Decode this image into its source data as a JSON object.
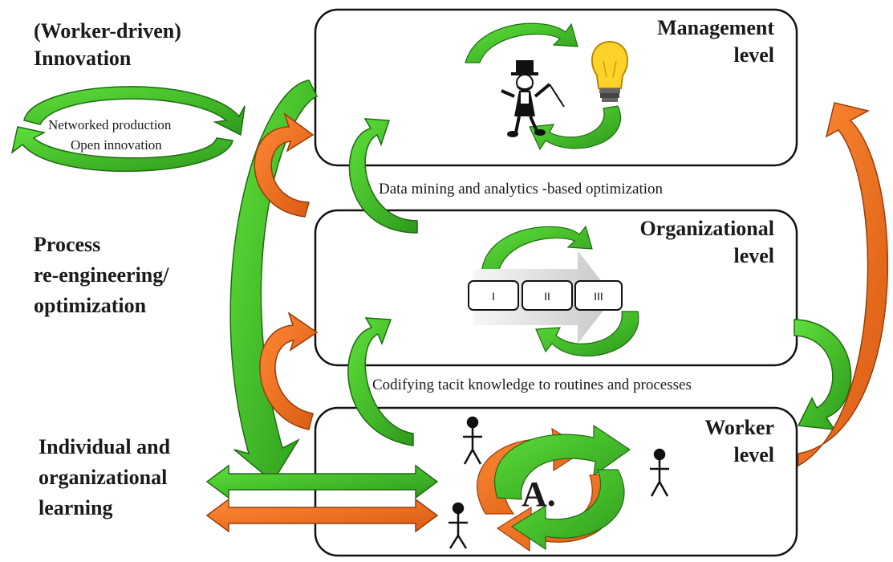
{
  "innovation": {
    "title_line1": "(Worker-driven)",
    "title_line2": "Innovation",
    "inner_line1": "Networked production",
    "inner_line2": "Open innovation"
  },
  "process": {
    "line1": "Process",
    "line2": "re-engineering/",
    "line3": "optimization"
  },
  "learning": {
    "line1": "Individual and",
    "line2": "organizational",
    "line3": "learning"
  },
  "levels": {
    "management": {
      "line1": "Management",
      "line2": "level"
    },
    "organizational": {
      "line1": "Organizational",
      "line2": "level"
    },
    "worker": {
      "line1": "Worker",
      "line2": "level"
    }
  },
  "connectors": {
    "data_mining": "Data mining and analytics -based optimization",
    "codifying": "Codifying tacit knowledge to routines and processes"
  },
  "process_steps": [
    "I",
    "II",
    "III"
  ],
  "worker_mark": "A.",
  "icons": [
    "monopoly-man-icon",
    "light-bulb-icon",
    "stick-figure-icon"
  ],
  "colors": {
    "green_light": "#4ad32e",
    "green_dark": "#2f9a1e",
    "orange": "#f26b1d",
    "orange_dark": "#c95410"
  }
}
